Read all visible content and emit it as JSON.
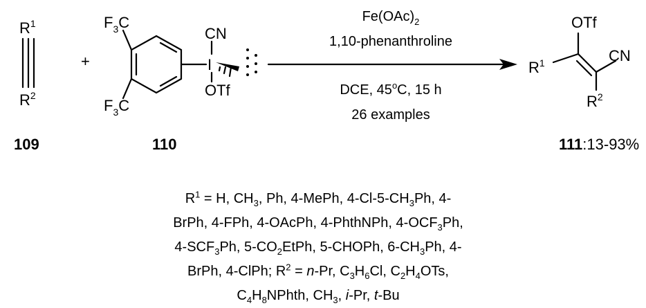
{
  "reactant1": {
    "id": "109",
    "r_top": "R",
    "r_top_sup": "1",
    "r_bottom": "R",
    "r_bottom_sup": "2"
  },
  "plus": "+",
  "reactant2": {
    "id": "110",
    "cf3_top": "F",
    "cf3_top_sub": "3",
    "cf3_top_c": "C",
    "cf3_bottom": "F",
    "cf3_bottom_sub": "3",
    "cf3_bottom_c": "C",
    "iodine": "I",
    "cn": "CN",
    "otf": "OTf"
  },
  "conditions": {
    "above_line1_main": "Fe(OAc)",
    "above_line1_sub": "2",
    "above_line2": "1,10-phenanthroline",
    "below_line1_a": "DCE, 45",
    "below_line1_sup": "o",
    "below_line1_b": "C, 15 h",
    "below_line2": "26 examples"
  },
  "product": {
    "id": "111",
    "yield": ":13-93%",
    "otf": "OTf",
    "cn": "CN",
    "r1": "R",
    "r1_sup": "1",
    "r2": "R",
    "r2_sup": "2"
  }
}
